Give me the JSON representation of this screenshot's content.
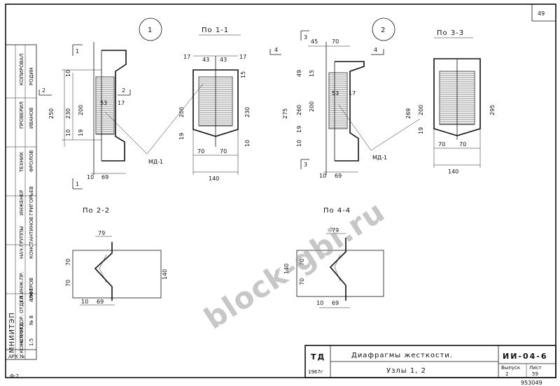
{
  "sheet": {
    "page_number": "49",
    "node_labels": [
      "1",
      "2"
    ],
    "section_titles": {
      "s11": "По 1-1",
      "s22": "По 2-2",
      "s33": "По 3-3",
      "s44": "По 4-4"
    },
    "section_marks": {
      "m1": "1",
      "m2": "2",
      "m3": "3",
      "m4": "4"
    },
    "part_label": "МД-1",
    "dimensions": {
      "d10": "10",
      "d15": "15",
      "d17": "17",
      "d19": "19",
      "d43": "43",
      "d45": "45",
      "d49": "49",
      "d53": "53",
      "d69": "69",
      "d70": "70",
      "d79": "79",
      "d140": "140",
      "d200": "200",
      "d230": "230",
      "d250": "250",
      "d260": "260",
      "d269": "269",
      "d275": "275",
      "d295": "295"
    }
  },
  "left_stamp": {
    "org": "МНИИТЭП",
    "department": "КОНСТРУКТОР. ОТДЕЛ",
    "arch": "АРХ №",
    "format": "Ф-2",
    "year": "1967",
    "num": "№ 8",
    "sheet_num": "1:5",
    "roles": [
      "НАЧ.ОТД.",
      "ГЛ.ИНЖ.ПР.",
      "НАЧ.ГРУППЫ",
      "ИНЖЕНЕР",
      "ТЕХНИК",
      "ПРОВЕРИЛ",
      "КОПИРОВАЛ"
    ],
    "names": [
      "ШИРОКОВ",
      "АЛФЕРОВ",
      "КОНСТАНТИНОВ",
      "ГРИГОРЬЕВ",
      "ФРОЛОВ",
      "ИВАНОВ",
      "РОДИН"
    ]
  },
  "title_block": {
    "series_mark": "ТД",
    "year": "1967г",
    "title": "Диафрагмы жесткости.",
    "subtitle": "Узлы 1, 2",
    "code": "ИИ-04-6",
    "issue_label": "Выпуск",
    "issue": "2",
    "sheet_label": "Лист",
    "sheet": "59",
    "archive_number": "953049"
  },
  "watermark": "block-gbi.ru"
}
